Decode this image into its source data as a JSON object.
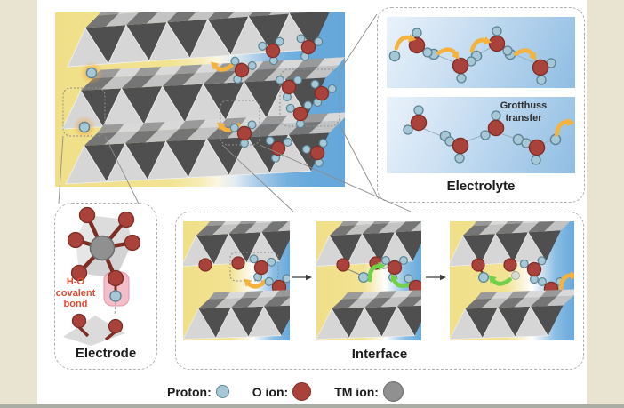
{
  "panels": {
    "electrolyte": {
      "title": "Electrolyte",
      "grotthuss_label": "Grotthuss transfer"
    },
    "electrode": {
      "title": "Electrode",
      "bond_label": "H-O covalent bond"
    },
    "interface": {
      "title": "Interface"
    }
  },
  "legend": {
    "items": [
      {
        "label": "Proton:",
        "color": "#a6c8d6"
      },
      {
        "label": "O ion:",
        "color": "#a8423a"
      },
      {
        "label": "TM ion:",
        "color": "#909090"
      }
    ]
  },
  "colors": {
    "electrode_phase_yellow": "#f1e08c",
    "electrolyte_phase_blue": "#69a9da",
    "proton_hop_arrow_orange": "#f5b23c",
    "proton_transfer_arrow_green": "#72d14b",
    "o_ion_red": "#a8423a",
    "proton_blue": "#a6c8d6",
    "tm_ion_gray": "#909090",
    "h_o_highlight_pink": "#f2b6c4"
  }
}
